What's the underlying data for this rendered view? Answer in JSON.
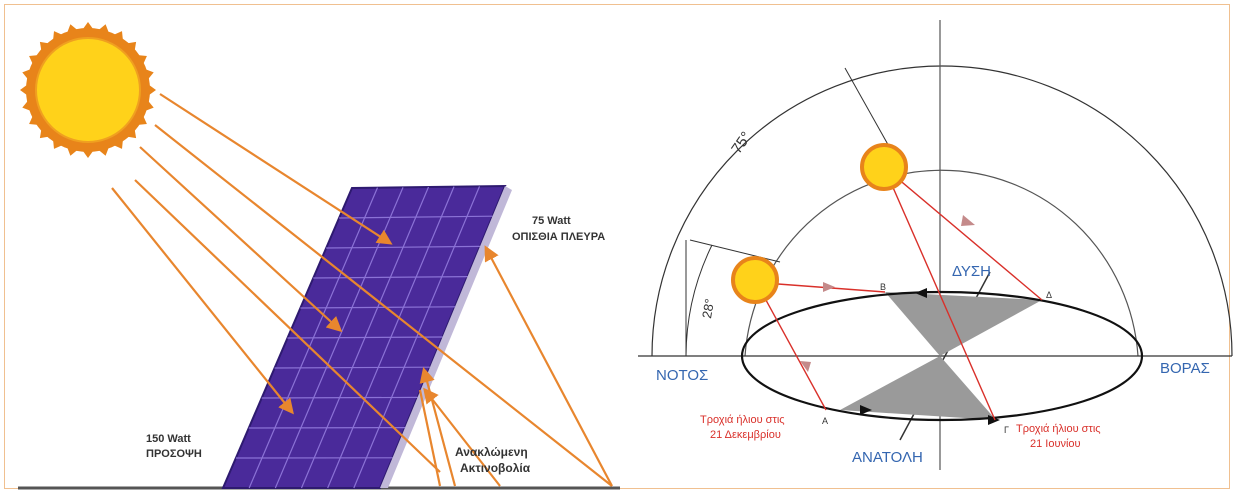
{
  "left_panel": {
    "label_back_power": "75 Watt",
    "label_back_side": "ΟΠΙΣΘΙΑ ΠΛΕΥΡΑ",
    "label_front_power": "150 Watt",
    "label_front_side": "ΠΡΟΣΟΨΗ",
    "label_reflected_1": "Ανακλώμενη",
    "label_reflected_2": "Ακτινοβολία"
  },
  "right_panel": {
    "angle_large": "75°",
    "angle_small": "28°",
    "dir_south": "ΝΟΤΟΣ",
    "dir_north": "ΒΟΡΑΣ",
    "dir_west": "ΔΥΣΗ",
    "dir_east": "ΑΝΑΤΟΛΗ",
    "path_december_1": "Τροχιά ήλιου στις",
    "path_december_2": "21 Δεκεμβρίου",
    "path_june_1": "Τροχιά ήλιου στις",
    "path_june_2": "21 Ιουνίου",
    "point_a": "Α",
    "point_b": "Β",
    "point_g": "Γ",
    "point_d": "Δ"
  },
  "colors": {
    "sun_fill": "#ffd21a",
    "sun_edge": "#e8841a",
    "ray": "#e8862e",
    "panel": "#4a2a9a",
    "panel_grid": "#8b72d6",
    "red_line": "#d9302a",
    "blue_text": "#3466b0",
    "shadow": "#9a9a9a"
  }
}
